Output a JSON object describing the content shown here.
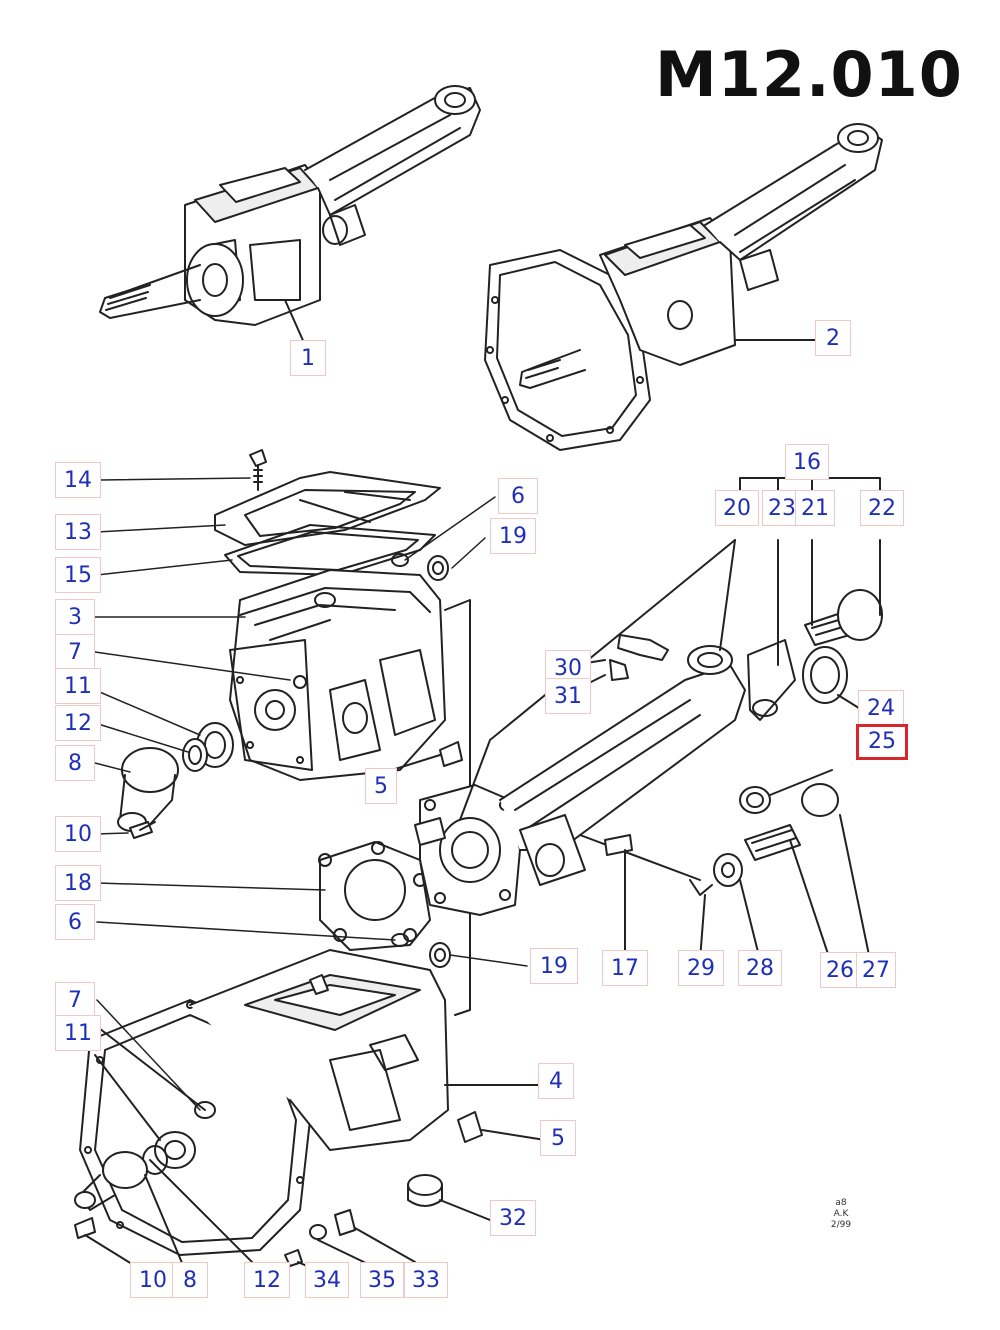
{
  "diagram": {
    "title": "M12.010",
    "reference": [
      "a8",
      "A.K",
      "2/99"
    ],
    "highlighted": "25",
    "colors": {
      "callout_text": "#1f2fb8",
      "callout_border": "#f0c8c8",
      "highlight": "#d9262b"
    }
  },
  "callouts": [
    {
      "id": "c1",
      "label": "1"
    },
    {
      "id": "c2",
      "label": "2"
    },
    {
      "id": "c14",
      "label": "14"
    },
    {
      "id": "c13",
      "label": "13"
    },
    {
      "id": "c15",
      "label": "15"
    },
    {
      "id": "c3",
      "label": "3"
    },
    {
      "id": "c7a",
      "label": "7"
    },
    {
      "id": "c11a",
      "label": "11"
    },
    {
      "id": "c12a",
      "label": "12"
    },
    {
      "id": "c8a",
      "label": "8"
    },
    {
      "id": "c10a",
      "label": "10"
    },
    {
      "id": "c6a",
      "label": "6"
    },
    {
      "id": "c19a",
      "label": "19"
    },
    {
      "id": "c16",
      "label": "16"
    },
    {
      "id": "c20",
      "label": "20"
    },
    {
      "id": "c23",
      "label": "23"
    },
    {
      "id": "c21",
      "label": "21"
    },
    {
      "id": "c22",
      "label": "22"
    },
    {
      "id": "c30",
      "label": "30"
    },
    {
      "id": "c31",
      "label": "31"
    },
    {
      "id": "c24",
      "label": "24"
    },
    {
      "id": "c25",
      "label": "25"
    },
    {
      "id": "c5a",
      "label": "5"
    },
    {
      "id": "c18",
      "label": "18"
    },
    {
      "id": "c6b",
      "label": "6"
    },
    {
      "id": "c19b",
      "label": "19"
    },
    {
      "id": "c17",
      "label": "17"
    },
    {
      "id": "c29",
      "label": "29"
    },
    {
      "id": "c28",
      "label": "28"
    },
    {
      "id": "c26",
      "label": "26"
    },
    {
      "id": "c27",
      "label": "27"
    },
    {
      "id": "c7b",
      "label": "7"
    },
    {
      "id": "c11b",
      "label": "11"
    },
    {
      "id": "c4",
      "label": "4"
    },
    {
      "id": "c5b",
      "label": "5"
    },
    {
      "id": "c32",
      "label": "32"
    },
    {
      "id": "c10b",
      "label": "10"
    },
    {
      "id": "c8b",
      "label": "8"
    },
    {
      "id": "c12b",
      "label": "12"
    },
    {
      "id": "c34",
      "label": "34"
    },
    {
      "id": "c35",
      "label": "35"
    },
    {
      "id": "c33",
      "label": "33"
    }
  ]
}
